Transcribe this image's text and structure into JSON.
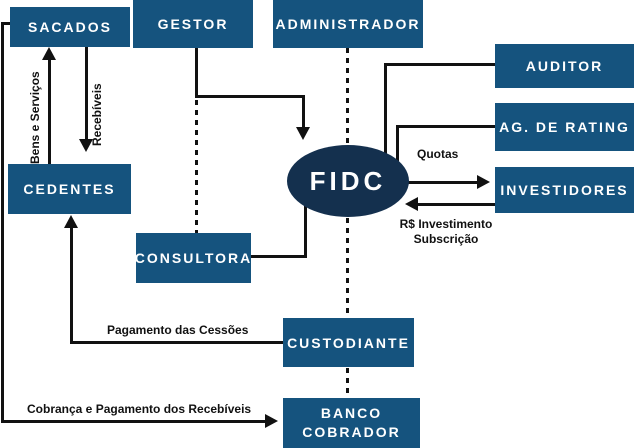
{
  "nodes": {
    "sacados": {
      "label": "SACADOS"
    },
    "gestor": {
      "label": "GESTOR"
    },
    "administrador": {
      "label": "ADMINISTRADOR"
    },
    "auditor": {
      "label": "AUDITOR"
    },
    "ag_de_rating": {
      "label": "AG. DE RATING"
    },
    "investidores": {
      "label": "INVESTIDORES"
    },
    "cedentes": {
      "label": "CEDENTES"
    },
    "consultora": {
      "label": "CONSULTORA"
    },
    "custodiante": {
      "label": "CUSTODIANTE"
    },
    "banco_cobrador": {
      "label": "BANCO COBRADOR"
    },
    "fidc": {
      "label": "FIDC"
    }
  },
  "edge_labels": {
    "bens_e_servicos": "Bens e Serviços",
    "recebiveis": "Recebíveis",
    "quotas": "Quotas",
    "rs_investimento": "R$ Investimento",
    "subscricao": "Subscrição",
    "pagamento_das_cessoes": "Pagamento das Cessões",
    "cobranca_e_pagamento": "Cobrança e Pagamento dos Recebíveis"
  },
  "colors": {
    "box_fill": "#15537E",
    "ellipse_fill": "#14304E",
    "line": "#111111",
    "box_text": "#FFFFFF",
    "label_text": "#111111",
    "background": "#FFFFFF"
  }
}
